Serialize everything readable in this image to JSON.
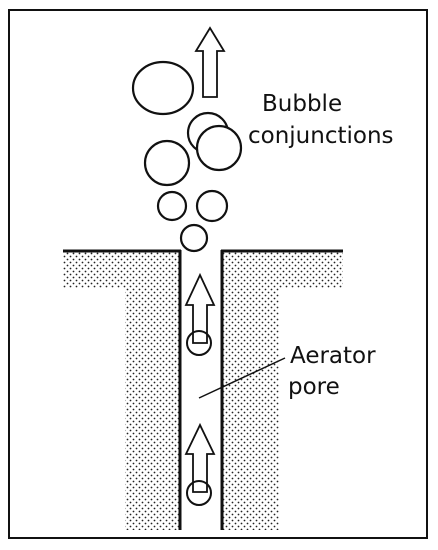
{
  "labels": {
    "bubble_conjunctions": [
      "Bubble",
      "conjunctions"
    ],
    "aerator_pore": [
      "Aerator",
      "pore"
    ]
  },
  "colors": {
    "stroke": "#111111",
    "background": "#ffffff",
    "stipple": "#222222"
  },
  "icons": [
    "up-arrow-icon"
  ]
}
